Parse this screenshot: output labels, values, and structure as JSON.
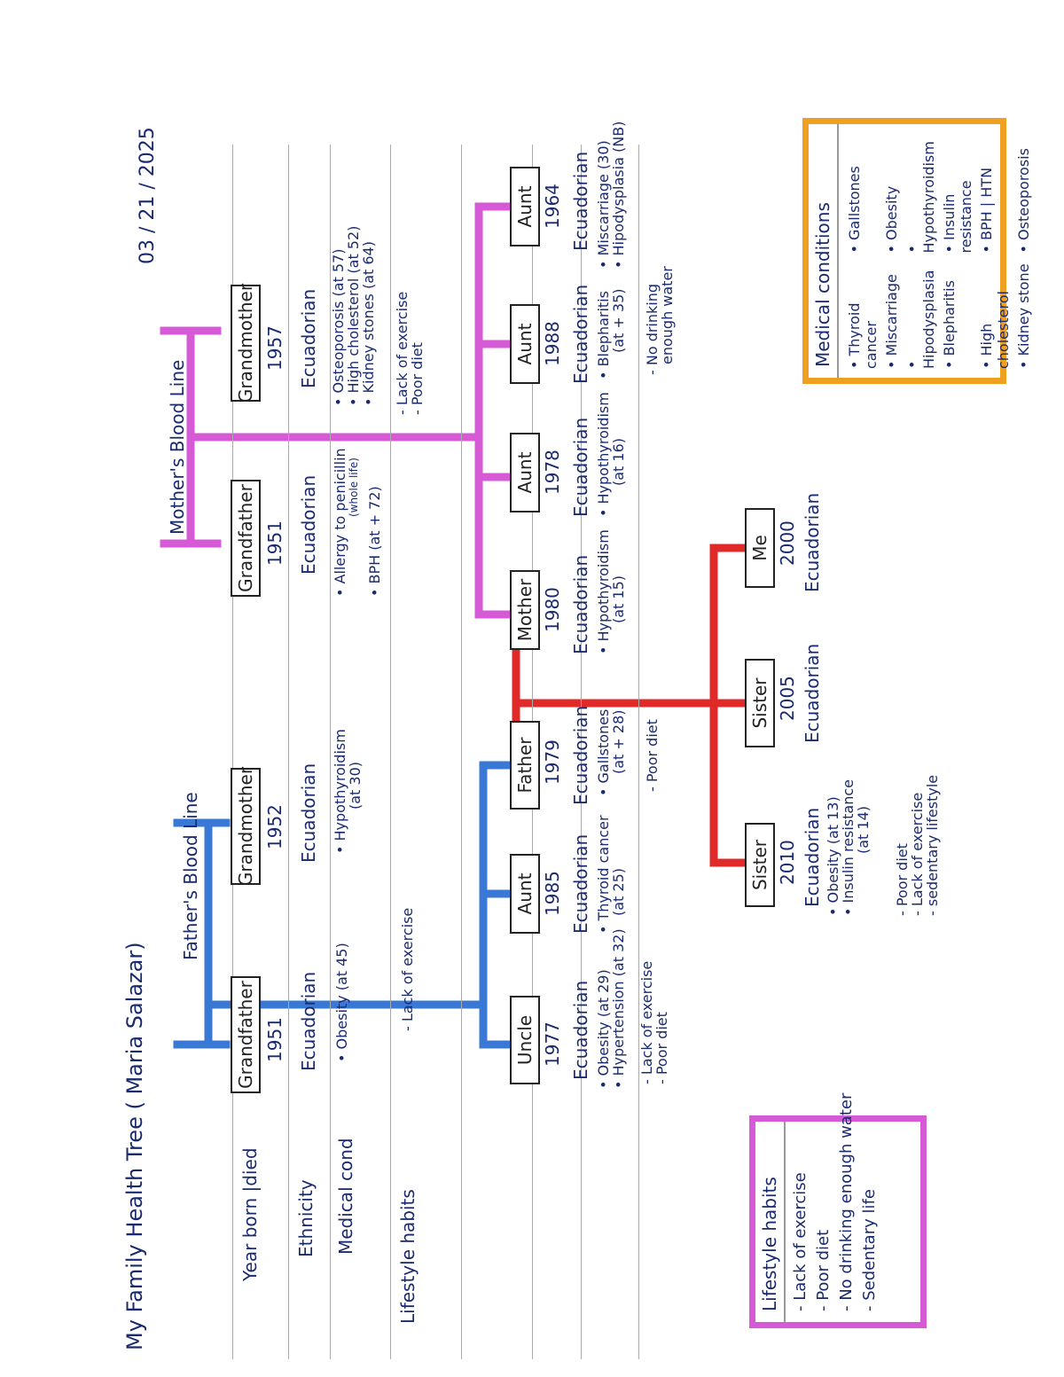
{
  "title": "My Family Health Tree ( Maria Salazar)",
  "date": "03 / 21 / 2025",
  "row_labels": {
    "year": "Year born |died",
    "ethnicity": "Ethnicity",
    "medical": "Medical cond",
    "lifestyle": "Lifestyle habits"
  },
  "fathers_line": "Father's Blood Line",
  "mothers_line": "Mother's Blood Line",
  "people": {
    "pgf": {
      "box": "Grandfather",
      "year": "1951",
      "ethnicity": "Ecuadorian",
      "conditions": [
        "• Obesity (at 45)"
      ],
      "lifestyle": [
        "- Lack of exercise"
      ]
    },
    "pgm": {
      "box": "Grandmother",
      "year": "1952",
      "ethnicity": "Ecuadorian",
      "conditions": [
        "• Hypothyroidism",
        "(at 30)"
      ],
      "lifestyle": []
    },
    "uncle": {
      "box": "Uncle",
      "year": "1977",
      "ethnicity": "Ecuadorian",
      "conditions": [
        "• Obesity (at 29)",
        "• Hypertension (at 32)"
      ],
      "lifestyle": [
        "- Lack of exercise",
        "- Poor diet"
      ]
    },
    "paunt": {
      "box": "Aunt",
      "year": "1985",
      "ethnicity": "Ecuadorian",
      "conditions": [
        "• Thyroid cancer",
        "(at 25)"
      ],
      "lifestyle": []
    },
    "father": {
      "box": "Father",
      "year": "1979",
      "ethnicity": "Ecuadorian",
      "conditions": [
        "• Gallstones",
        "(at + 28)"
      ],
      "lifestyle": [
        "- Poor diet"
      ]
    },
    "mgf": {
      "box": "Grandfather",
      "year": "1951",
      "ethnicity": "Ecuadorian",
      "conditions": [
        "• Allergy to penicillin",
        "(whole life)",
        "• BPH (at + 72)"
      ],
      "lifestyle": []
    },
    "mgm": {
      "box": "Grandmother",
      "year": "1957",
      "ethnicity": "Ecuadorian",
      "conditions": [
        "• Osteoporosis (at 57)",
        "• High cholesterol (at 52)",
        "• Kidney stones (at 64)"
      ],
      "lifestyle": [
        "- Lack of exercise",
        "- Poor diet"
      ]
    },
    "mother": {
      "box": "Mother",
      "year": "1980",
      "ethnicity": "Ecuadorian",
      "conditions": [
        "• Hypothyroidism",
        "(at 15)"
      ],
      "lifestyle": []
    },
    "maunt1": {
      "box": "Aunt",
      "year": "1978",
      "ethnicity": "Ecuadorian",
      "conditions": [
        "• Hypothyroidism",
        "(at 16)"
      ],
      "lifestyle": []
    },
    "maunt2": {
      "box": "Aunt",
      "year": "1988",
      "ethnicity": "Ecuadorian",
      "conditions": [
        "• Blepharitis",
        "(at + 35)"
      ],
      "lifestyle": [
        "- No drinking",
        "enough water"
      ]
    },
    "maunt3": {
      "box": "Aunt",
      "year": "1964",
      "ethnicity": "Ecuadorian",
      "conditions": [
        "• Miscarriage (30)",
        "• Hipodysplasia (NB)"
      ],
      "lifestyle": []
    },
    "sister1": {
      "box": "Sister",
      "year": "2010",
      "ethnicity": "Ecuadorian",
      "conditions": [
        "• Obesity (at 13)",
        "• Insulin resistance",
        "(at 14)"
      ],
      "lifestyle": [
        "- Poor diet",
        "- Lack of exercise",
        "- sedentary lifestyle"
      ]
    },
    "sister2": {
      "box": "Sister",
      "year": "2005",
      "ethnicity": "Ecuadorian",
      "conditions": [],
      "lifestyle": []
    },
    "me": {
      "box": "Me",
      "year": "2000",
      "ethnicity": "Ecuadorian",
      "conditions": [],
      "lifestyle": []
    }
  },
  "lifestyle_legend": {
    "title": "Lifestyle habits",
    "items": [
      "- Lack of exercise",
      "- Poor diet",
      "- No drinking enough water",
      "- Sedentary life"
    ]
  },
  "medical_legend": {
    "title": "Medical conditions",
    "items": [
      "• Thyroid cancer",
      "• Gallstones",
      "• Miscarriage",
      "• Obesity",
      "• Hipodysplasia",
      "• Hypothyroidism",
      "• Blepharitis",
      "• Insulin resistance",
      "• High cholesterol",
      "• BPH | HTN",
      "• Kidney stone",
      "• Osteoporosis"
    ]
  },
  "colors": {
    "fathers_line": "#3a78d6",
    "mothers_line": "#d65ad6",
    "siblings_line": "#e02a2a",
    "lifestyle_border": "#d65ad6",
    "medical_border": "#f0a020",
    "ink": "#1a2a6e"
  }
}
